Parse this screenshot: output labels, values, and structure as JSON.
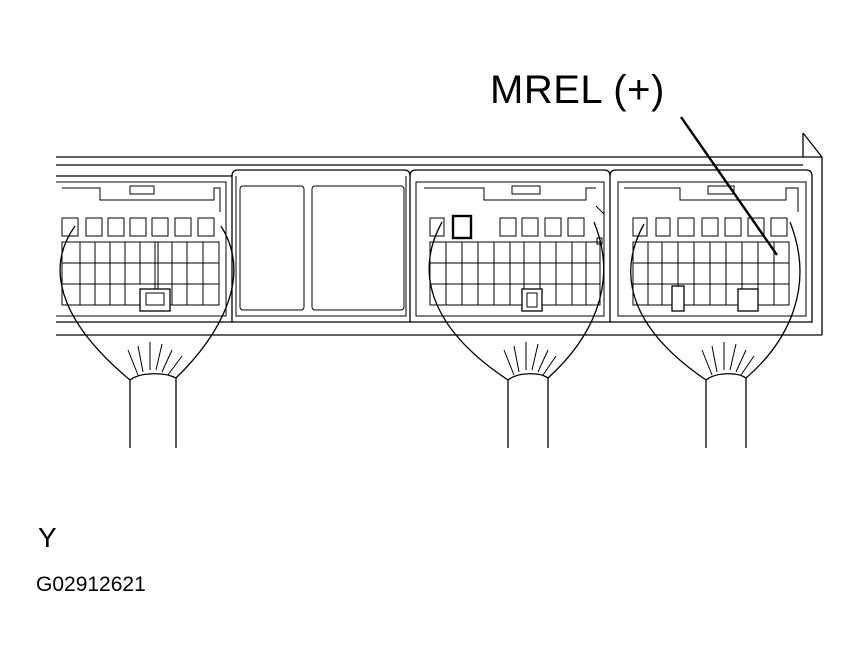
{
  "callout": {
    "label": "MREL (+)"
  },
  "view": {
    "letter": "Y"
  },
  "figure": {
    "code": "G02912621"
  },
  "connectors": [
    {
      "name": "left-connector"
    },
    {
      "name": "blank-block"
    },
    {
      "name": "center-connector"
    },
    {
      "name": "right-connector"
    }
  ]
}
